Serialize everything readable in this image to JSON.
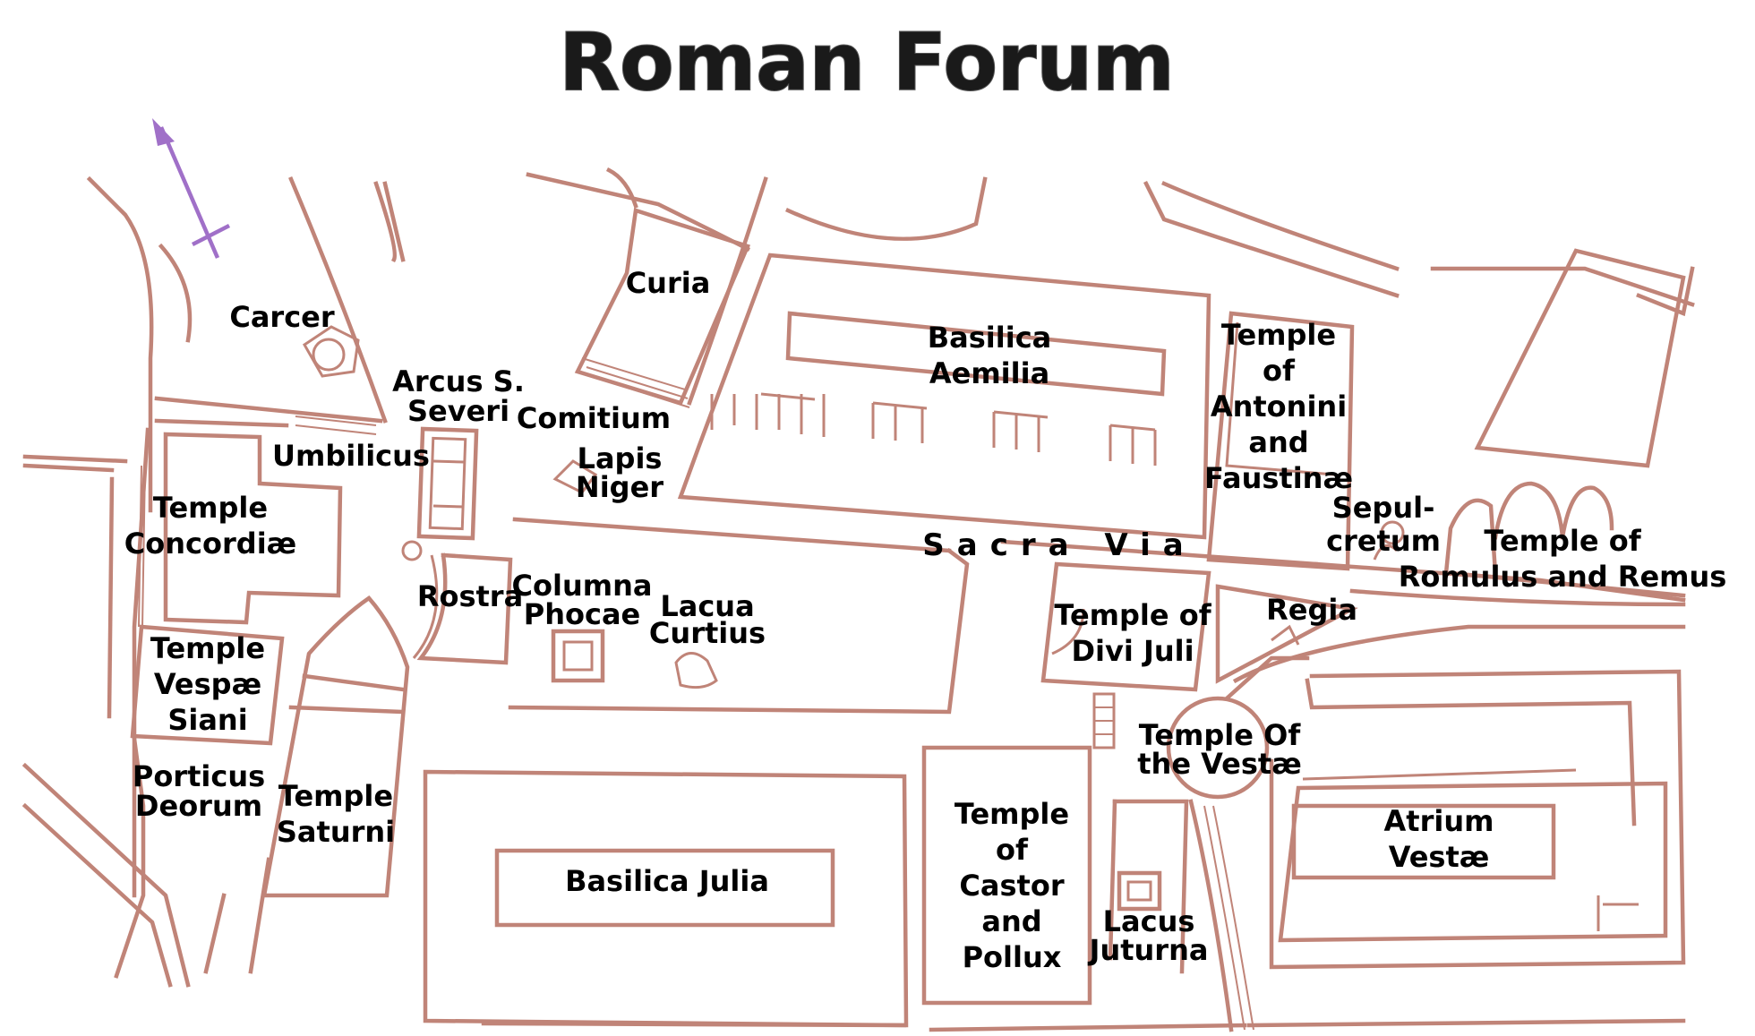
{
  "title": "Roman Forum",
  "colors": {
    "walls": "#c08478",
    "north_arrow": "#a070c8",
    "label_text": "#000000",
    "title_text": "#1a1a1a"
  },
  "icons": {
    "north_arrow": "north-arrow-icon"
  },
  "labels": {
    "carcer": "Carcer",
    "curia": "Curia",
    "basilica_aemilia": [
      "Basilica",
      "Aemilia"
    ],
    "temple_antonini": [
      "Temple",
      "of",
      "Antonini",
      "and",
      "Faustinæ"
    ],
    "arcus_severi": [
      "Arcus S.",
      "Severi"
    ],
    "comitium": "Comitium",
    "umbilicus": "Umbilicus",
    "lapis_niger": [
      "Lapis",
      "Niger"
    ],
    "temple_concordiae": [
      "Temple",
      "Concordiæ"
    ],
    "sacra_via": "Sacra Via",
    "sepulcretum": [
      "Sepul-",
      "cretum"
    ],
    "temple_romulus": [
      "Temple of",
      "Romulus and Remus"
    ],
    "rostra": "Rostra",
    "columna_phocae": [
      "Columna",
      "Phocae"
    ],
    "lacus_curtius": [
      "Lacua",
      "Curtius"
    ],
    "temple_divi_juli": [
      "Temple of",
      "Divi Juli"
    ],
    "regia": "Regia",
    "temple_vespasiani": [
      "Temple",
      "Vespæ",
      "Siani"
    ],
    "temple_vestae": [
      "Temple Of",
      "the Vestæ"
    ],
    "porticus_deorum": [
      "Porticus",
      "Deorum"
    ],
    "temple_saturni": [
      "Temple",
      "Saturni"
    ],
    "temple_castor": [
      "Temple",
      "of",
      "Castor",
      "and",
      "Pollux"
    ],
    "atrium_vestae": [
      "Atrium",
      "Vestæ"
    ],
    "basilica_julia": "Basilica Julia",
    "lacus_juturna": [
      "Lacus",
      "Juturna"
    ]
  }
}
